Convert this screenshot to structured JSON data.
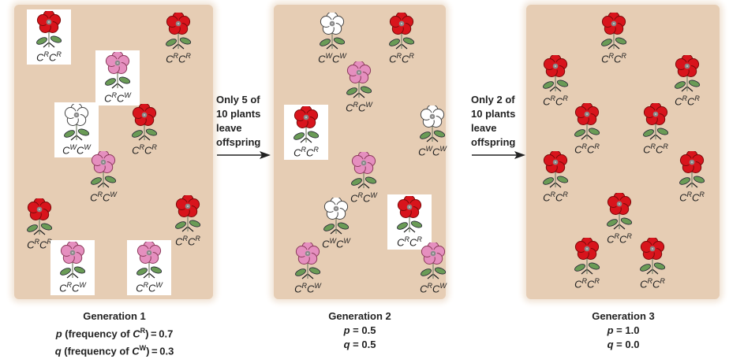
{
  "colors": {
    "red": "#d8141c",
    "pink": "#e58fbf",
    "white": "#ffffff",
    "panel": "#e6cdb4"
  },
  "generations": [
    {
      "title": "Generation 1",
      "p_line": {
        "var": "p",
        "text": " (frequency of ",
        "allele": "C",
        "sup": "R",
        "value": ") = 0.7"
      },
      "q_line": {
        "var": "q",
        "text": " (frequency of ",
        "allele": "C",
        "sup": "W",
        "value": ") = 0.3"
      },
      "p": 0.7,
      "q": 0.3,
      "plants": [
        {
          "color": "red",
          "a1": "R",
          "a2": "R",
          "boxed": true
        },
        {
          "color": "red",
          "a1": "R",
          "a2": "R",
          "boxed": false
        },
        {
          "color": "pink",
          "a1": "R",
          "a2": "W",
          "boxed": true
        },
        {
          "color": "white",
          "a1": "W",
          "a2": "W",
          "boxed": true
        },
        {
          "color": "red",
          "a1": "R",
          "a2": "R",
          "boxed": false
        },
        {
          "color": "pink",
          "a1": "R",
          "a2": "W",
          "boxed": false
        },
        {
          "color": "red",
          "a1": "R",
          "a2": "R",
          "boxed": false
        },
        {
          "color": "pink",
          "a1": "R",
          "a2": "W",
          "boxed": true
        },
        {
          "color": "red",
          "a1": "R",
          "a2": "R",
          "boxed": false
        },
        {
          "color": "pink",
          "a1": "R",
          "a2": "W",
          "boxed": true
        }
      ]
    },
    {
      "title": "Generation 2",
      "p_line": {
        "var": "p",
        "text": "",
        "allele": "",
        "sup": "",
        "value": " = 0.5"
      },
      "q_line": {
        "var": "q",
        "text": "",
        "allele": "",
        "sup": "",
        "value": " = 0.5"
      },
      "p": 0.5,
      "q": 0.5,
      "plants": [
        {
          "color": "white",
          "a1": "W",
          "a2": "W",
          "boxed": false
        },
        {
          "color": "red",
          "a1": "R",
          "a2": "R",
          "boxed": false
        },
        {
          "color": "pink",
          "a1": "R",
          "a2": "W",
          "boxed": false
        },
        {
          "color": "red",
          "a1": "R",
          "a2": "R",
          "boxed": true
        },
        {
          "color": "white",
          "a1": "W",
          "a2": "W",
          "boxed": false
        },
        {
          "color": "pink",
          "a1": "R",
          "a2": "W",
          "boxed": false
        },
        {
          "color": "white",
          "a1": "W",
          "a2": "W",
          "boxed": false
        },
        {
          "color": "red",
          "a1": "R",
          "a2": "R",
          "boxed": true
        },
        {
          "color": "pink",
          "a1": "R",
          "a2": "W",
          "boxed": false
        },
        {
          "color": "pink",
          "a1": "R",
          "a2": "W",
          "boxed": false
        }
      ]
    },
    {
      "title": "Generation 3",
      "p_line": {
        "var": "p",
        "text": "",
        "allele": "",
        "sup": "",
        "value": " = 1.0"
      },
      "q_line": {
        "var": "q",
        "text": "",
        "allele": "",
        "sup": "",
        "value": " = 0.0"
      },
      "p": 1.0,
      "q": 0.0,
      "plants": [
        {
          "color": "red",
          "a1": "R",
          "a2": "R",
          "boxed": false
        },
        {
          "color": "red",
          "a1": "R",
          "a2": "R",
          "boxed": false
        },
        {
          "color": "red",
          "a1": "R",
          "a2": "R",
          "boxed": false
        },
        {
          "color": "red",
          "a1": "R",
          "a2": "R",
          "boxed": false
        },
        {
          "color": "red",
          "a1": "R",
          "a2": "R",
          "boxed": false
        },
        {
          "color": "red",
          "a1": "R",
          "a2": "R",
          "boxed": false
        },
        {
          "color": "red",
          "a1": "R",
          "a2": "R",
          "boxed": false
        },
        {
          "color": "red",
          "a1": "R",
          "a2": "R",
          "boxed": false
        },
        {
          "color": "red",
          "a1": "R",
          "a2": "R",
          "boxed": false
        },
        {
          "color": "red",
          "a1": "R",
          "a2": "R",
          "boxed": false
        }
      ]
    }
  ],
  "transitions": [
    {
      "lines": [
        "Only 5 of",
        "10 plants",
        "leave",
        "offspring"
      ]
    },
    {
      "lines": [
        "Only 2 of",
        "10 plants",
        "leave",
        "offspring"
      ]
    }
  ]
}
